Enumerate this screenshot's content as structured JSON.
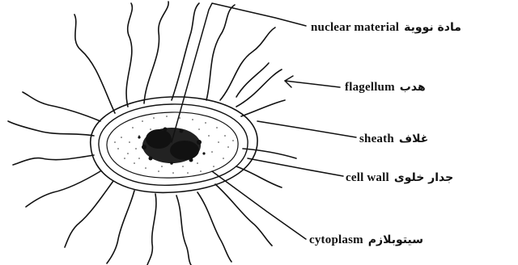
{
  "labels": {
    "nuclear_material": {
      "en": "nuclear material",
      "ar": "مادة نووية"
    },
    "flagellum": {
      "en": "flagellum",
      "ar": "هدب"
    },
    "sheath": {
      "en": "sheath",
      "ar": "غلاف"
    },
    "cell_wall": {
      "en": "cell wall",
      "ar": "جدار خلوى"
    },
    "cytoplasm": {
      "en": "cytoplasm",
      "ar": "سيتوبلازم"
    }
  },
  "colors": {
    "ink": "#111111",
    "background": "#ffffff"
  }
}
